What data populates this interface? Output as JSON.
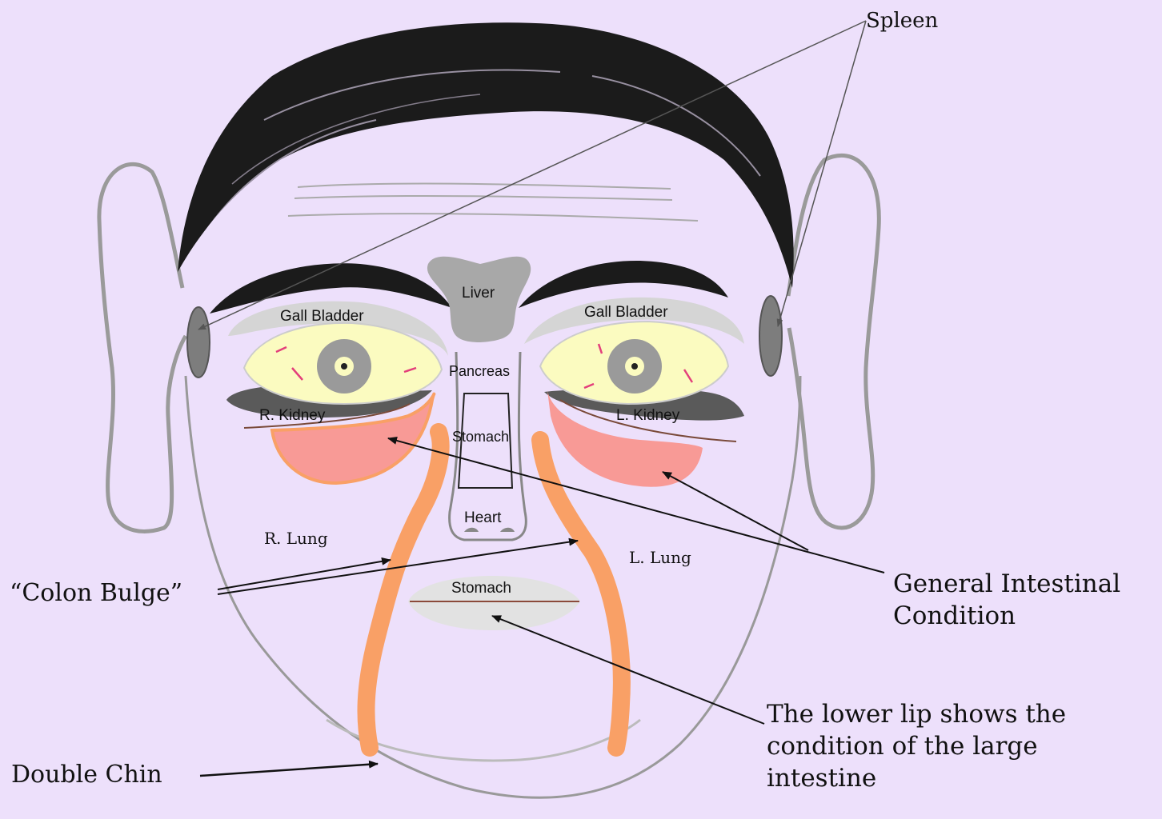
{
  "diagram": {
    "labels": {
      "spleen": "Spleen",
      "gall_bladder_right": "Gall Bladder",
      "gall_bladder_left": "Gall Bladder",
      "liver": "Liver",
      "pancreas": "Pancreas",
      "r_kidney": "R. Kidney",
      "l_kidney": "L. Kidney",
      "stomach_nose": "Stomach",
      "heart": "Heart",
      "r_lung": "R. Lung",
      "l_lung": "L. Lung",
      "stomach_lip": "Stomach",
      "colon_bulge": "“Colon Bulge”",
      "general_intestinal_1": "General Intestinal",
      "general_intestinal_2": "Condition",
      "lower_lip_1": "The lower lip shows the",
      "lower_lip_2": "condition of the large",
      "lower_lip_3": "intestine",
      "double_chin": "Double Chin"
    },
    "colors": {
      "background": "#ede0fb",
      "hair": "#1a1a1a",
      "outline": "#9a9a9a",
      "eye_white": "#fbfbc0",
      "iris": "#9a9a9a",
      "kidney_shadow": "#555555",
      "under_eye": "#f89a96",
      "colon": "#f9a066",
      "organ_grey": "#a8a8a8",
      "lip": "#e2e2e2"
    }
  }
}
